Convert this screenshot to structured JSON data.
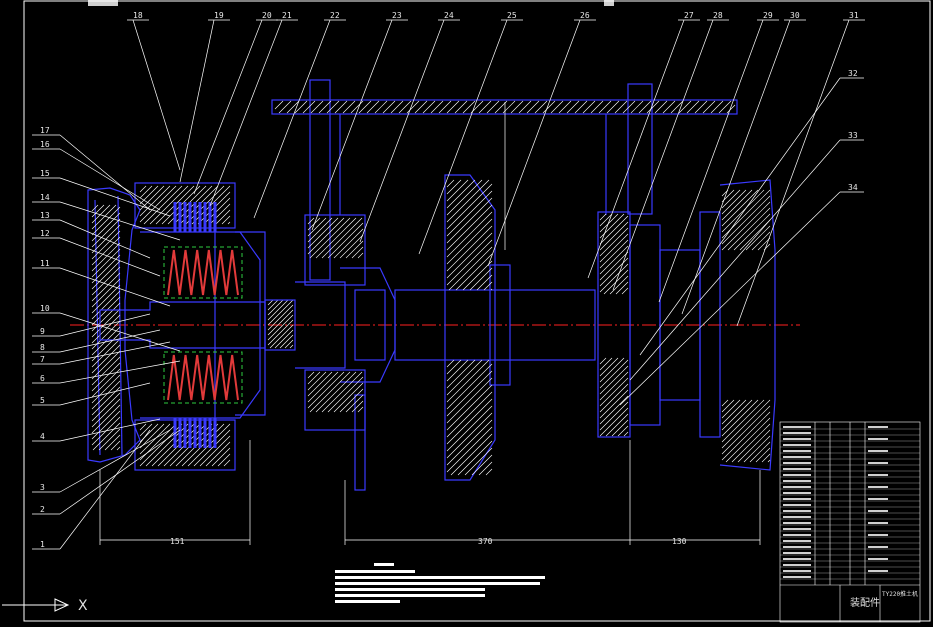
{
  "window": {
    "tab_color": "#d0d0d0"
  },
  "colors": {
    "background": "#000000",
    "outline": "#3a3aff",
    "hatch": "#ffffff",
    "spring": "#e23a3a",
    "accent_green": "#2ecc40",
    "centerline": "#ff2020",
    "leader": "#ffffff",
    "frame": "#ffffff"
  },
  "callouts_top": [
    "18",
    "19",
    "20",
    "21",
    "22",
    "23",
    "24",
    "25",
    "26",
    "27",
    "28",
    "29",
    "30",
    "31"
  ],
  "callouts_left": [
    "17",
    "16",
    "15",
    "14",
    "13",
    "12",
    "11",
    "10",
    "9",
    "8",
    "7",
    "6",
    "5",
    "4",
    "3",
    "2",
    "1"
  ],
  "callouts_right": [
    "32",
    "33",
    "34"
  ],
  "dimensions": {
    "left": "151",
    "middle": "370",
    "right": "130"
  },
  "title_block": {
    "title": "装配件",
    "drawing_no": "TY220推土机"
  },
  "ucs": {
    "x_label": "X"
  }
}
